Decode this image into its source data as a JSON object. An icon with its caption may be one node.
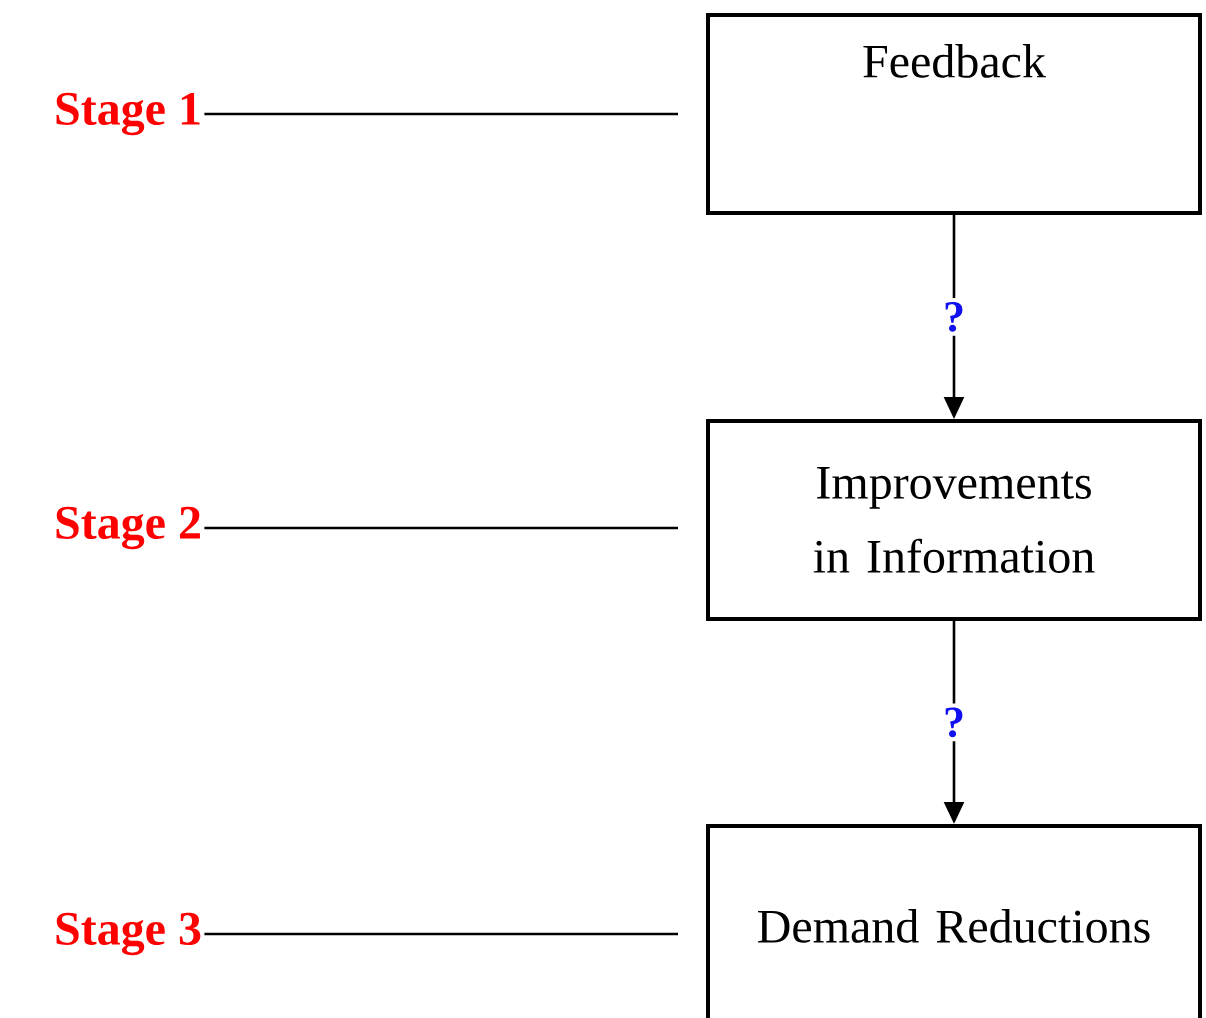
{
  "diagram": {
    "nodes": [
      {
        "text": [
          "Stage 1"
        ]
      },
      {
        "text": [
          "Feedback"
        ]
      },
      {
        "text": [
          "Stage 2"
        ]
      },
      {
        "text": [
          "Improvements in Information"
        ]
      },
      {
        "text": [
          "Stage 3"
        ]
      },
      {
        "text": [
          "Demand Reductions"
        ]
      }
    ],
    "edges": [
      {
        "from": 0,
        "to": 1,
        "arrow": "none"
      },
      {
        "from": 1,
        "to": 3,
        "arrow": "to",
        "label": "?"
      },
      {
        "from": 2,
        "to": 3,
        "arrow": "none"
      },
      {
        "from": 3,
        "to": 5,
        "arrow": "to",
        "label": "?"
      },
      {
        "from": 4,
        "to": 5,
        "arrow": "none"
      }
    ]
  }
}
